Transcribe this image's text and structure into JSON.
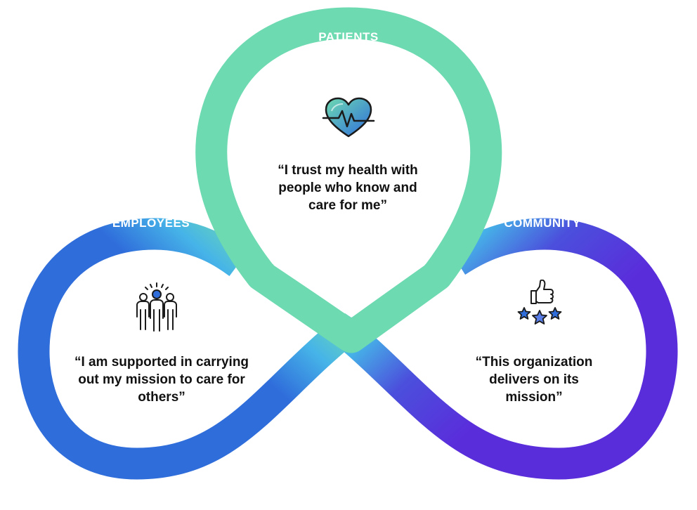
{
  "loops": {
    "patients": {
      "label": "PATIENTS",
      "color": "#6ddab1",
      "quote": [
        "“I trust my health with",
        "people who know and",
        "care for me”"
      ],
      "icon": "heart-pulse-icon"
    },
    "employees": {
      "label": "EMPLOYEES",
      "color": "#2f6ddb",
      "quote": [
        "“I am supported in carrying",
        "out my mission to care for",
        "others”"
      ],
      "icon": "people-group-icon"
    },
    "community": {
      "label": "COMMUNITY",
      "color": "#5a2ddb",
      "quote": [
        "“This organization",
        "delivers on its",
        "mission”"
      ],
      "icon": "thumbs-up-stars-icon"
    }
  },
  "colors": {
    "patients_green": "#6ddab1",
    "employees_blue": "#2f6ddb",
    "community_purple": "#5a2ddb",
    "crossing_highlight": "#46b4e8",
    "text": "#111111"
  }
}
